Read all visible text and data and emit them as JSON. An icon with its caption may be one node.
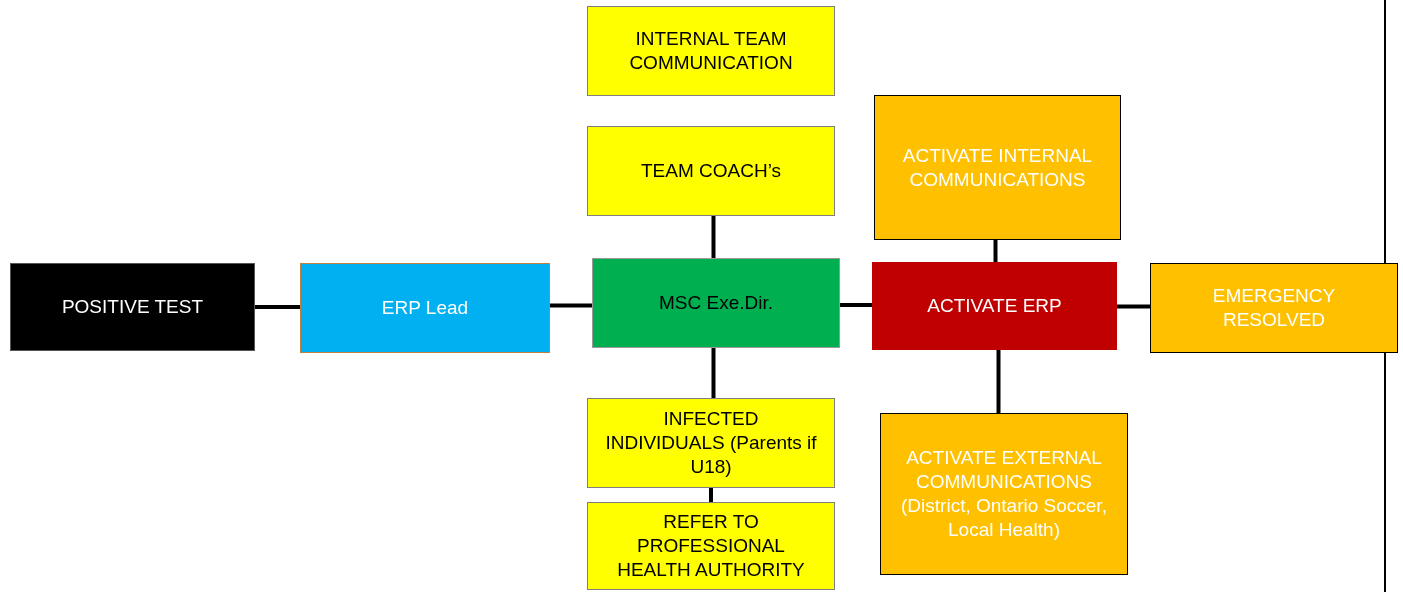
{
  "diagram": {
    "nodes": [
      {
        "text": [
          "INTERNAL TEAM COMMUNICATION"
        ]
      },
      {
        "text": [
          "TEAM COACH’s"
        ]
      },
      {
        "text": [
          "ACTIVATE INTERNAL COMMUNICATIONS"
        ]
      },
      {
        "text": [
          "POSITIVE TEST"
        ]
      },
      {
        "text": [
          "ERP Lead"
        ]
      },
      {
        "text": [
          "MSC Exe.Dir."
        ]
      },
      {
        "text": [
          "ACTIVATE ERP"
        ]
      },
      {
        "text": [
          "EMERGENCY RESOLVED"
        ]
      },
      {
        "text": [
          "INFECTED INDIVIDUALS (Parents if U18)"
        ]
      },
      {
        "text": [
          "ACTIVATE EXTERNAL COMMUNICATIONS (District, Ontario Soccer, Local Health)"
        ]
      },
      {
        "text": [
          "REFER TO PROFESSIONAL HEALTH AUTHORITY"
        ]
      }
    ],
    "edges": [
      {
        "from": 3,
        "to": 4,
        "arrow": "none"
      },
      {
        "from": 4,
        "to": 5,
        "arrow": "none"
      },
      {
        "from": 5,
        "to": 1,
        "arrow": "none"
      },
      {
        "from": 5,
        "to": 8,
        "arrow": "none"
      },
      {
        "from": 8,
        "to": 10,
        "arrow": "none"
      },
      {
        "from": 5,
        "to": 6,
        "arrow": "none"
      },
      {
        "from": 6,
        "to": 2,
        "arrow": "none"
      },
      {
        "from": 6,
        "to": 9,
        "arrow": "none"
      },
      {
        "from": 6,
        "to": 7,
        "arrow": "none"
      }
    ]
  }
}
